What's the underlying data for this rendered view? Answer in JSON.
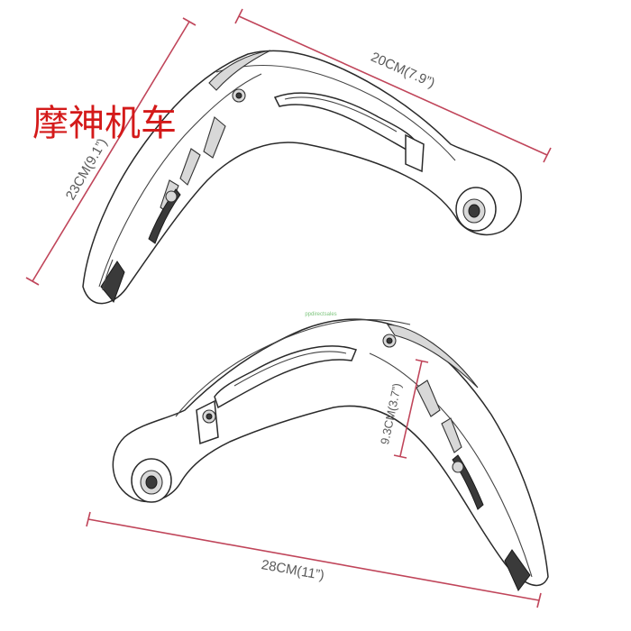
{
  "watermark": "摩神机车",
  "source_mark": "ppdirectsales",
  "dimensions": {
    "height": "23CM(9.1”)",
    "top_width": "20CM(7.9”)",
    "depth": "9.3CM(3.7”)",
    "bottom_width": "28CM(11”)"
  },
  "colors": {
    "dimension_line": "#c0455a",
    "watermark": "#d41a1a",
    "outline": "#2a2a2a"
  }
}
